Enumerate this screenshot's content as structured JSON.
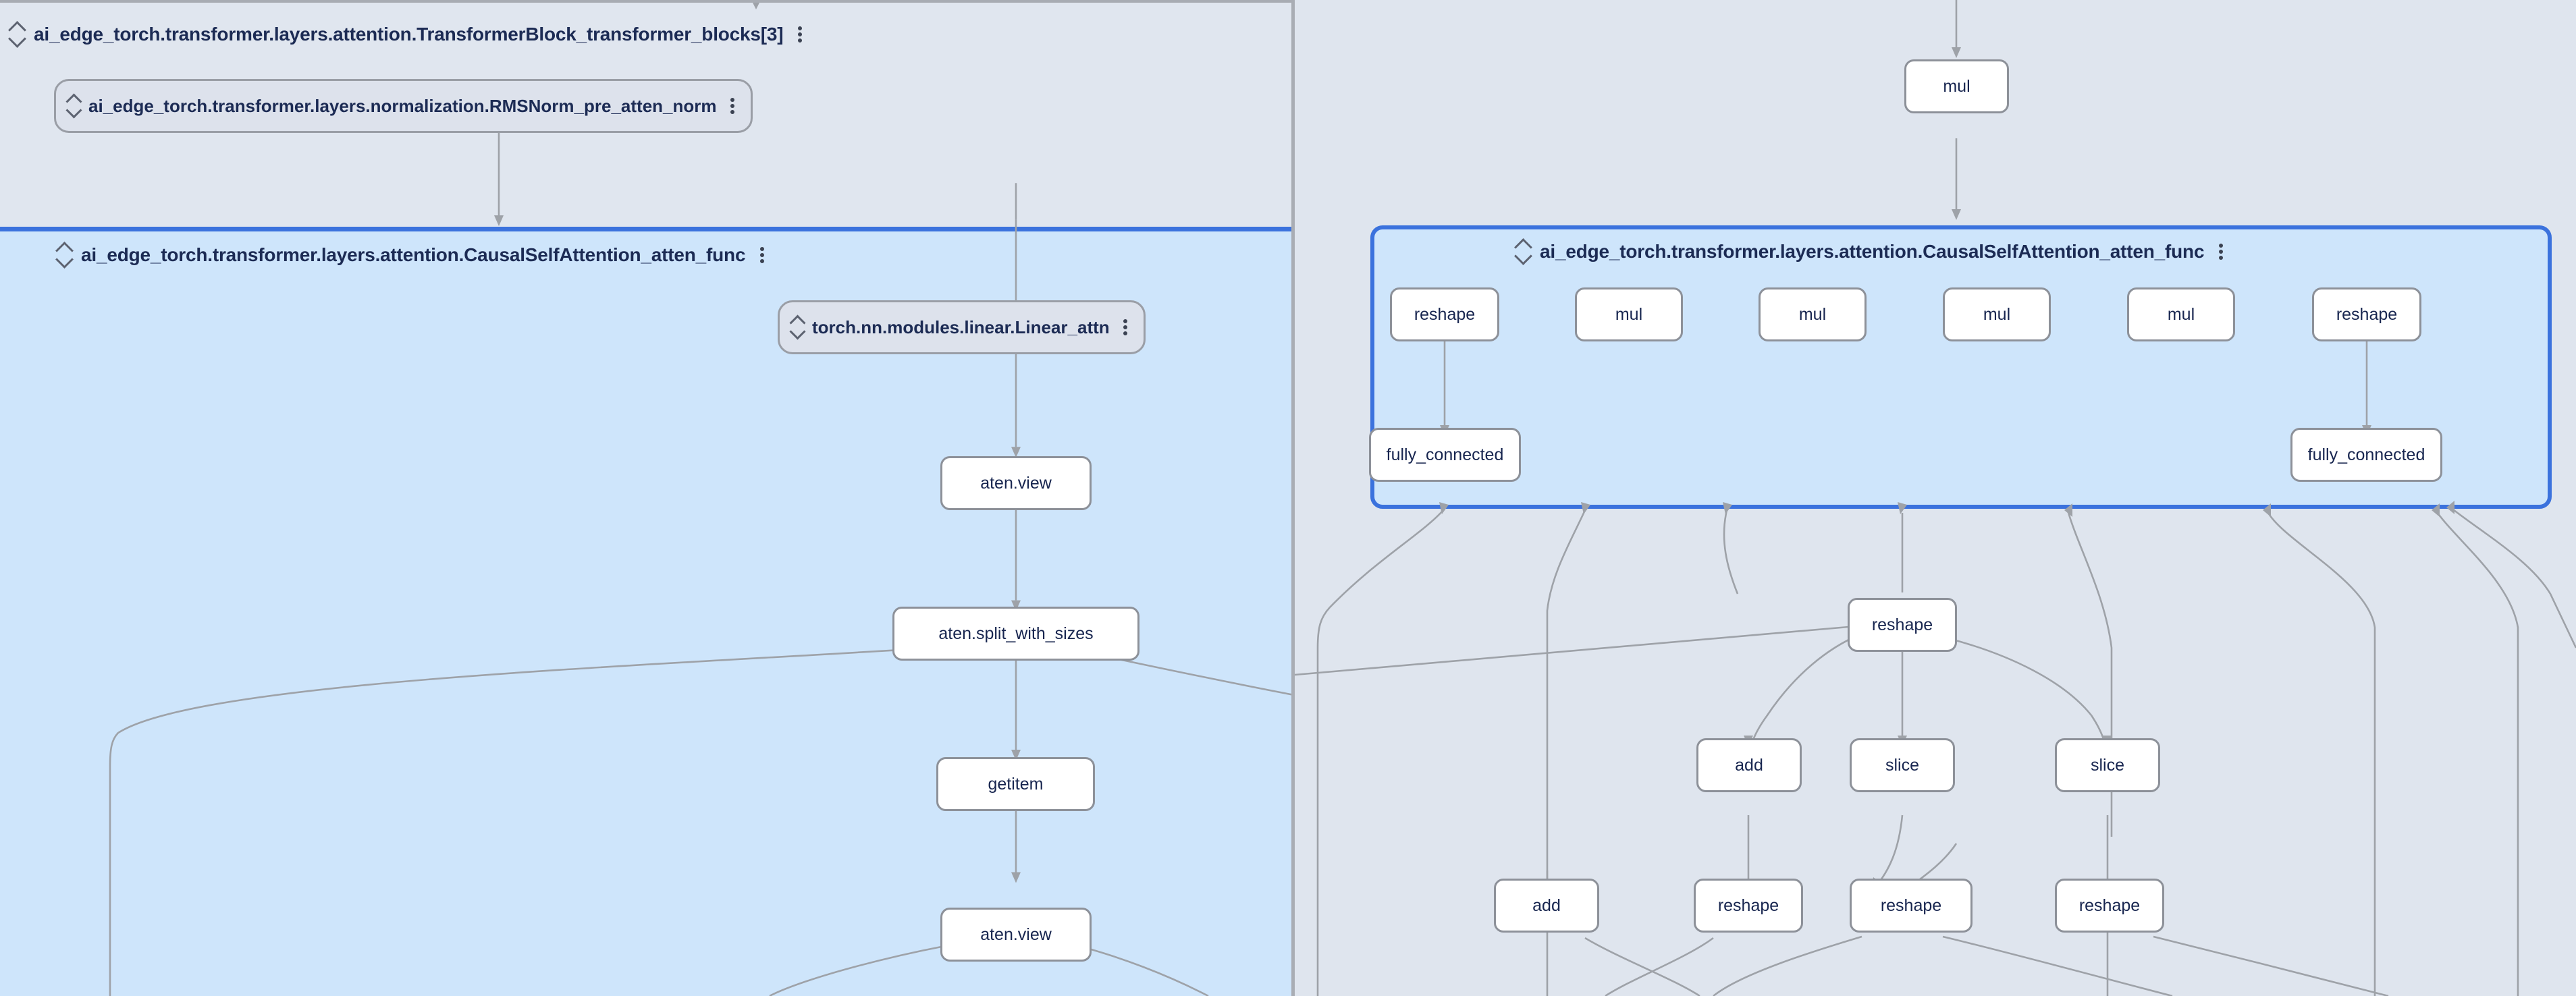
{
  "app": {
    "view": "model-explorer-graph",
    "theme_accent": "#3b72dd",
    "selected_group_fill": "#cee5fb",
    "group_fill": "#e0e6ef",
    "node_fill": "#ffffff",
    "node_border": "#8d9199",
    "edge_color": "#9ea2a8",
    "text_color": "#17254f"
  },
  "left_panel": {
    "groups": [
      {
        "id": "transformer-block",
        "label": "ai_edge_torch.transformer.layers.attention.TransformerBlock_transformer_blocks[3]",
        "state": "expanded",
        "selected": false,
        "collapse_icon": "collapse-icon",
        "menu_icon": "kebab-menu-icon"
      },
      {
        "id": "causal-self-attention",
        "label": "ai_edge_torch.transformer.layers.attention.CausalSelfAttention_atten_func",
        "state": "expanded",
        "selected": true,
        "collapse_icon": "collapse-icon",
        "menu_icon": "kebab-menu-icon"
      }
    ],
    "collapsed_nodes": [
      {
        "id": "rmsnorm-pre-atten",
        "label": "ai_edge_torch.transformer.layers.normalization.RMSNorm_pre_atten_norm",
        "expand_icon": "expand-icon",
        "menu_icon": "kebab-menu-icon"
      },
      {
        "id": "linear-attn",
        "label": "torch.nn.modules.linear.Linear_attn",
        "expand_icon": "expand-icon",
        "menu_icon": "kebab-menu-icon"
      }
    ],
    "op_nodes": [
      {
        "id": "l-aten-view-1",
        "label": "aten.view"
      },
      {
        "id": "l-split",
        "label": "aten.split_with_sizes"
      },
      {
        "id": "l-getitem",
        "label": "getitem"
      },
      {
        "id": "l-aten-view-2",
        "label": "aten.view"
      }
    ]
  },
  "right_panel": {
    "groups": [
      {
        "id": "causal-self-attention-r",
        "label": "ai_edge_torch.transformer.layers.attention.CausalSelfAttention_atten_func",
        "state": "expanded",
        "selected": true,
        "collapse_icon": "collapse-icon",
        "menu_icon": "kebab-menu-icon"
      }
    ],
    "op_nodes": [
      {
        "id": "r-mul-top",
        "label": "mul"
      },
      {
        "id": "r-reshape-1",
        "label": "reshape"
      },
      {
        "id": "r-mul-1",
        "label": "mul"
      },
      {
        "id": "r-mul-2",
        "label": "mul"
      },
      {
        "id": "r-mul-3",
        "label": "mul"
      },
      {
        "id": "r-mul-4",
        "label": "mul"
      },
      {
        "id": "r-reshape-2",
        "label": "reshape"
      },
      {
        "id": "r-fc-1",
        "label": "fully_connected"
      },
      {
        "id": "r-fc-2",
        "label": "fully_connected"
      },
      {
        "id": "r-reshape-3",
        "label": "reshape"
      },
      {
        "id": "r-add-1",
        "label": "add"
      },
      {
        "id": "r-slice-1",
        "label": "slice"
      },
      {
        "id": "r-slice-2",
        "label": "slice"
      },
      {
        "id": "r-add-2",
        "label": "add"
      },
      {
        "id": "r-reshape-4",
        "label": "reshape"
      },
      {
        "id": "r-reshape-5",
        "label": "reshape"
      },
      {
        "id": "r-reshape-6",
        "label": "reshape"
      }
    ]
  }
}
